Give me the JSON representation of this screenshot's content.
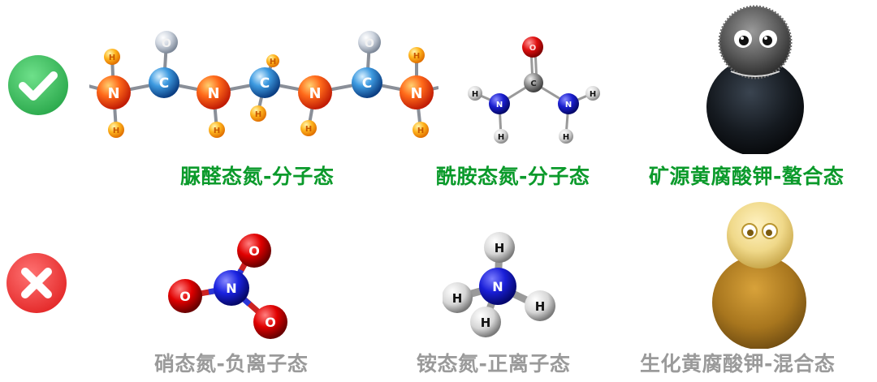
{
  "row_good": {
    "status_icon": "check-circle-icon",
    "status_color": "#3cc35f",
    "items": [
      {
        "caption": "脲醛态氮-分子态",
        "image": "urea-formaldehyde-chain-molecule"
      },
      {
        "caption": "酰胺态氮-分子态",
        "image": "urea-molecule"
      },
      {
        "caption": "矿源黄腐酸钾-螯合态",
        "image": "black-fuzzy-mascot"
      }
    ]
  },
  "row_bad": {
    "status_icon": "cross-circle-icon",
    "status_color": "#ee3a3a",
    "items": [
      {
        "caption": "硝态氮-负离子态",
        "image": "nitrate-ion-molecule"
      },
      {
        "caption": "铵态氮-正离子态",
        "image": "ammonium-ion-molecule"
      },
      {
        "caption": "生化黄腐酸钾-混合态",
        "image": "yellow-fuzzy-mascot"
      }
    ]
  },
  "atom_labels": {
    "n": "N",
    "c": "C",
    "h": "H",
    "o": "O"
  },
  "colors": {
    "good_caption": "#0b9a2b",
    "bad_caption": "#9a9a9a"
  }
}
